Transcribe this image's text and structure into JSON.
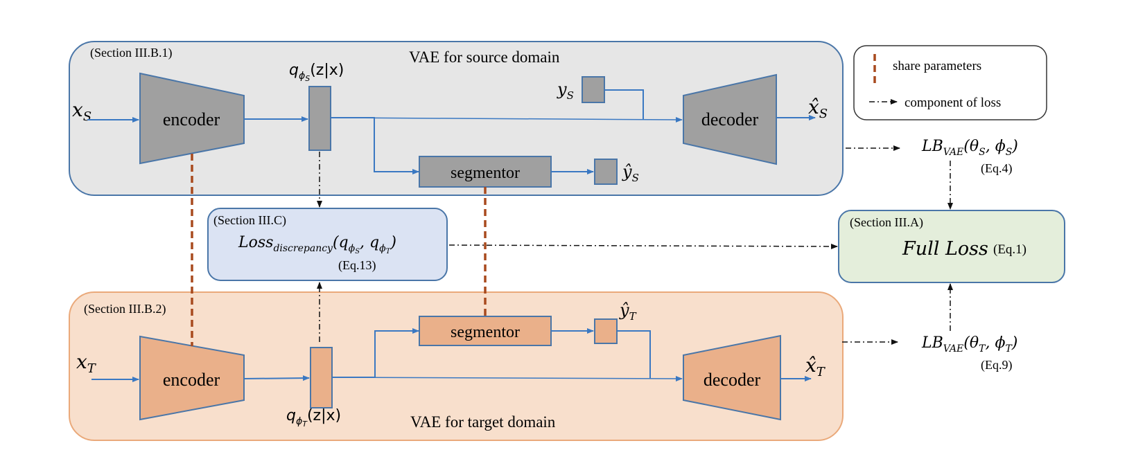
{
  "colors": {
    "source_panel_fill": "#e6e6e6",
    "source_panel_stroke": "#4a76a8",
    "target_panel_fill": "#f8dfcc",
    "target_panel_stroke": "#eaa97a",
    "gray_block": "#a0a0a0",
    "orange_block": "#eab08a",
    "discrepancy_fill": "#dbe3f3",
    "full_loss_fill": "#e4eedb",
    "arrow_blue": "#3a78c2",
    "share_param_dash": "#a84a1e"
  },
  "source_panel": {
    "section": "(Section III.B.1)",
    "title": "VAE for source domain",
    "input": "x",
    "input_sub": "S",
    "encoder": "encoder",
    "decoder": "decoder",
    "segmentor": "segmentor",
    "latent_q": "q",
    "latent_phi": "ϕ",
    "latent_phi_sub": "S",
    "latent_arg": "(z|x)",
    "label_y": "y",
    "label_y_sub": "S",
    "pred_y": "ŷ",
    "pred_y_sub": "S",
    "output": "x̂",
    "output_sub": "S"
  },
  "target_panel": {
    "section": "(Section III.B.2)",
    "title": "VAE for target domain",
    "input": "x",
    "input_sub": "T",
    "encoder": "encoder",
    "decoder": "decoder",
    "segmentor": "segmentor",
    "latent_q": "q",
    "latent_phi": "ϕ",
    "latent_phi_sub": "T",
    "latent_arg": "(z|x)",
    "pred_y": "ŷ",
    "pred_y_sub": "T",
    "output": "x̂",
    "output_sub": "T"
  },
  "discrepancy_box": {
    "section": "(Section III.C)",
    "loss": "Loss",
    "loss_sub": "discrepancy",
    "args_open": "(q",
    "arg1_phi": "ϕ",
    "arg1_sub": "S",
    "comma": ", q",
    "arg2_phi": "ϕ",
    "arg2_sub": "T",
    "args_close": ")",
    "eq": "(Eq.13)"
  },
  "full_loss_box": {
    "section": "(Section III.A)",
    "label": "Full Loss",
    "eq": "(Eq.1)"
  },
  "lb_source": {
    "lb": "LB",
    "sub": "VAE",
    "args": "(θ",
    "arg1_sub": "S",
    "mid": ", ϕ",
    "arg2_sub": "S",
    "close": ")",
    "eq": "(Eq.4)"
  },
  "lb_target": {
    "lb": "LB",
    "sub": "VAE",
    "args": "(θ",
    "arg1_sub": "T",
    "mid": ", ϕ",
    "arg2_sub": "T",
    "close": ")",
    "eq": "(Eq.9)"
  },
  "legend": {
    "share": "share parameters",
    "loss_component": "component of loss"
  }
}
